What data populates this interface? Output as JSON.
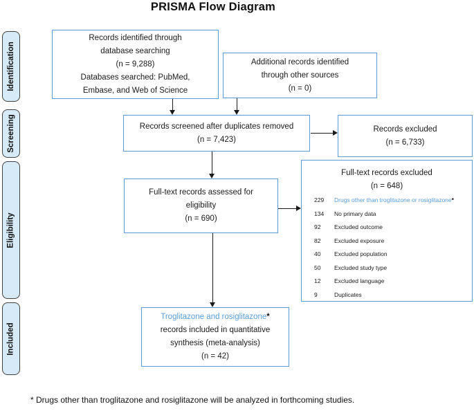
{
  "title": "PRISMA Flow Diagram",
  "colors": {
    "box_border": "#5B9BD5",
    "accent_text": "#5B9BD5",
    "stage_fill": "#D6EAF8",
    "stage_border": "#404040",
    "arrow": "#1A1A1A",
    "background": "#FFFFFF"
  },
  "stages": [
    {
      "label": "Identification"
    },
    {
      "label": "Screening"
    },
    {
      "label": "Eligibility"
    },
    {
      "label": "Included"
    }
  ],
  "boxes": {
    "identified": {
      "lines": [
        "Records identified through",
        "database searching",
        "(n = 9,288)",
        "Databases searched: PubMed,",
        "Embase, and Web of Science"
      ]
    },
    "additional": {
      "lines": [
        "Additional records identified",
        "through other sources",
        "(n = 0)"
      ]
    },
    "screened": {
      "lines": [
        "Records screened after duplicates removed",
        "(n = 7,423)"
      ]
    },
    "records_excluded": {
      "lines": [
        "Records excluded",
        "(n = 6,733)"
      ]
    },
    "assessed": {
      "lines": [
        "Full-text records assessed for",
        "eligibility",
        "(n = 690)"
      ]
    },
    "fulltext_excluded": {
      "title": "Full-text records excluded",
      "count": "(n = 648)",
      "reasons": [
        {
          "n": "229",
          "reason": "Drugs other than troglitazone or rosiglitazone",
          "suffix": "*"
        },
        {
          "n": "134",
          "reason": "No primary data",
          "suffix": ""
        },
        {
          "n": "92",
          "reason": "Excluded outcome",
          "suffix": ""
        },
        {
          "n": "82",
          "reason": "Excluded exposure",
          "suffix": ""
        },
        {
          "n": "40",
          "reason": "Excluded population",
          "suffix": ""
        },
        {
          "n": "50",
          "reason": "Excluded study type",
          "suffix": ""
        },
        {
          "n": "12",
          "reason": "Excluded language",
          "suffix": ""
        },
        {
          "n": "9",
          "reason": "Duplicates",
          "suffix": ""
        }
      ]
    },
    "included": {
      "accent_line": "Troglitazone and rosiglitazone",
      "accent_suffix": "*",
      "lines": [
        "records included in quantitative",
        "synthesis (meta-analysis)",
        "(n = 42)"
      ]
    }
  },
  "footnote": "* Drugs other than troglitazone and rosiglitazone will be analyzed in forthcoming studies."
}
